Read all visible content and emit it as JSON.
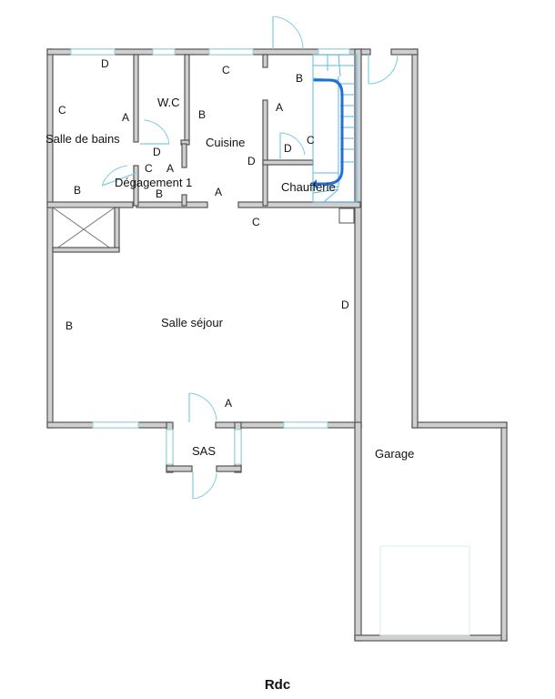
{
  "plan": {
    "title": "Rdc",
    "rooms": [
      {
        "id": "salle-de-bains",
        "label": "Salle de bains"
      },
      {
        "id": "wc",
        "label": "W.C"
      },
      {
        "id": "cuisine",
        "label": "Cuisine"
      },
      {
        "id": "degagement",
        "label": "Dégagement 1"
      },
      {
        "id": "chaufferie",
        "label": "Chaufferie"
      },
      {
        "id": "salle-sejour",
        "label": "Salle séjour"
      },
      {
        "id": "sas",
        "label": "SAS"
      },
      {
        "id": "garage",
        "label": "Garage"
      }
    ],
    "wall_letters": [
      "A",
      "B",
      "C",
      "D"
    ],
    "colors": {
      "wall_fill": "#cfcfcf",
      "wall_stroke": "#555555",
      "window": "#8fd3e0",
      "door": "#7ccde0",
      "stair": "#57b8e6",
      "stair_path": "#1f6fd6"
    }
  }
}
